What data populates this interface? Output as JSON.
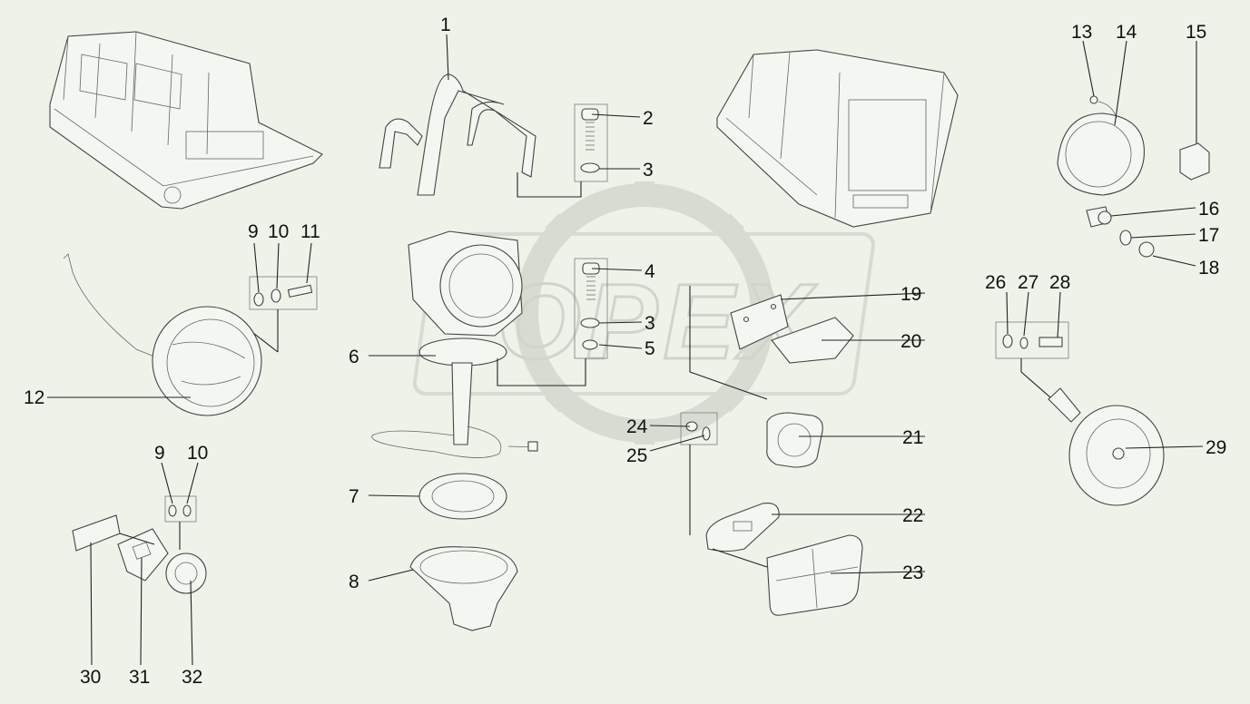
{
  "watermark": "OPEX",
  "callouts": [
    "1",
    "2",
    "3",
    "4",
    "3",
    "5",
    "6",
    "7",
    "8",
    "9",
    "10",
    "11",
    "12",
    "9",
    "10",
    "30",
    "31",
    "32",
    "13",
    "14",
    "15",
    "16",
    "17",
    "18",
    "19",
    "20",
    "21",
    "22",
    "23",
    "24",
    "25",
    "26",
    "27",
    "28",
    "29"
  ]
}
